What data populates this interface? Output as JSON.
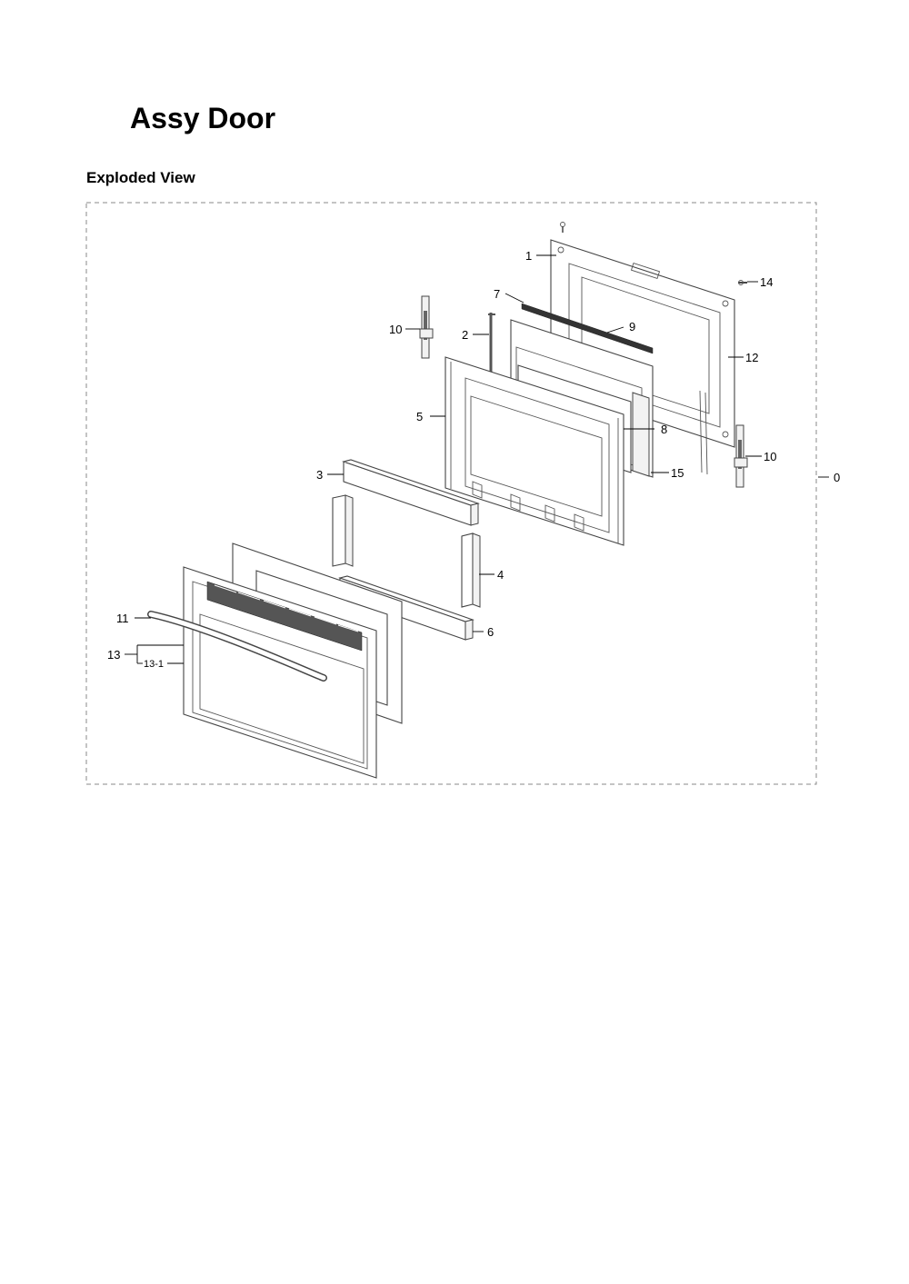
{
  "page": {
    "title": "Assy Door",
    "section": "Exploded View"
  },
  "diagram": {
    "labels": {
      "l0": "0",
      "l1": "1",
      "l2": "2",
      "l3": "3",
      "l4": "4",
      "l5": "5",
      "l6": "6",
      "l7": "7",
      "l8": "8",
      "l9": "9",
      "l10a": "10",
      "l10b": "10",
      "l11": "11",
      "l12": "12",
      "l13": "13",
      "l13_1": "13-1",
      "l14": "14",
      "l15": "15"
    }
  }
}
